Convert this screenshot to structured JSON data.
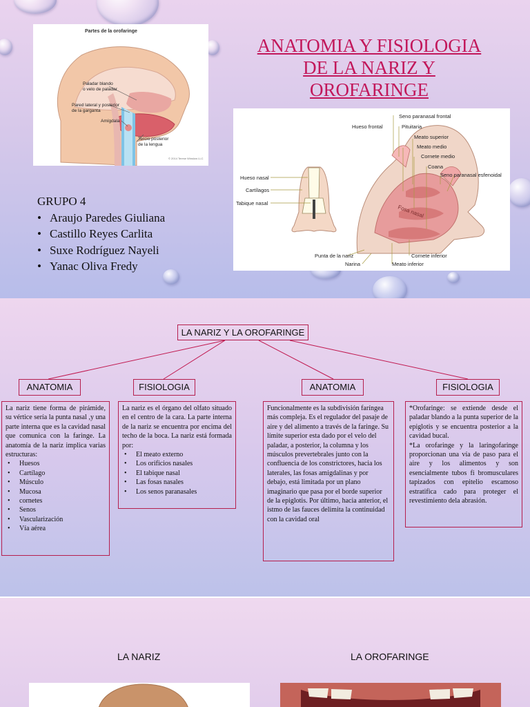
{
  "slide1": {
    "title_lines": [
      "ANATOMIA Y FISIOLOGIA",
      "DE LA NARIZ Y",
      "OROFARINGE"
    ],
    "figure_left": {
      "title": "Partes de la orofaringe",
      "labels": [
        "Paladar blando",
        "o velo de paladar",
        "Pared lateral y posterior",
        "de la garganta",
        "Amígdala",
        "Tercio posterior",
        "de la lengua"
      ],
      "copyright": "© 2014 Terese Winslow LLC"
    },
    "group": {
      "heading": "GRUPO 4",
      "members": [
        "Araujo Paredes Giuliana",
        "Castillo Reyes Carlita",
        "Suxe Rodríguez Nayeli",
        "Yanac Oliva Fredy"
      ]
    },
    "figure_right": {
      "labels": {
        "seno_frontal": "Seno paranasal frontal",
        "hueso_frontal": "Hueso frontal",
        "pituitaria": "Pituitaria",
        "meato_superior": "Meato superior",
        "meato_medio": "Meato medio",
        "cornete_medio": "Cornete medio",
        "coana": "Coana",
        "seno_esfenoidal": "Seno paranasal esfenoidal",
        "hueso_nasal": "Hueso nasal",
        "cartilagos": "Cartílagos",
        "tabique_nasal": "Tabique nasal",
        "fosa_nasal": "Fosa nasal",
        "punta_nariz": "Punta de la nariz",
        "narina": "Narina",
        "cornete_inferior": "Cornete inferior",
        "meato_inferior": "Meato inferior"
      }
    }
  },
  "slide2": {
    "root": "LA NARIZ Y LA OROFARINGE",
    "heads": [
      "ANATOMIA",
      "FISIOLOGIA",
      "ANATOMIA",
      "FISIOLOGIA"
    ],
    "box1": {
      "text": "La nariz tiene forma de pirámide, su vértice sería la punta nasal ,y una parte interna que es la cavidad nasal que comunica con la faringe. La anatomía de la nariz implica varias estructuras:",
      "items": [
        "Huesos",
        "Cartílago",
        "Músculo",
        "Mucosa",
        "cornetes",
        "Senos",
        "Vascularización",
        "Vía aérea"
      ]
    },
    "box2": {
      "text": "La nariz es el órgano del olfato situado en el centro de la cara. La parte interna de la nariz se encuentra por encima del techo de la boca. La nariz está formada por:",
      "items": [
        "El meato externo",
        "Los orificios nasales",
        "El tabique nasal",
        "Las fosas nasales",
        "Los senos paranasales"
      ]
    },
    "box3": {
      "text": "Funcionalmente es la subdivisión faríngea más compleja. Es el regulador del pasaje de aire y del alimento a través de la faringe. Su límite superior esta dado por el velo del paladar, a posterior, la columna y los músculos prevertebrales junto con la confluencia de los constrictores, hacia los laterales, las fosas amigdalinas y por debajo, está limitada por un plano imaginario que pasa por el borde superior de la epiglotis. Por último, hacia anterior, el istmo de las fauces delimita la continuidad con la cavidad oral"
    },
    "box4": {
      "p1": "*Orofaringe: se extiende desde el paladar blando a la punta superior de la epiglotis y se encuentra posterior a la cavidad bucal.",
      "p2": "*La orofaringe y la laringofaringe proporcionan una vía de paso para el aire y los alimentos y son esencialmente tubos fi bromusculares tapizados con epitelio escamoso estratifica cado para proteger el revestimiento dela abrasión."
    }
  },
  "slide3": {
    "left_title": "LA NARIZ",
    "right_title": "LA OROFARINGE"
  },
  "colors": {
    "title": "#c2185b",
    "box_border": "#b51e4d",
    "connector": "#c0184f"
  }
}
